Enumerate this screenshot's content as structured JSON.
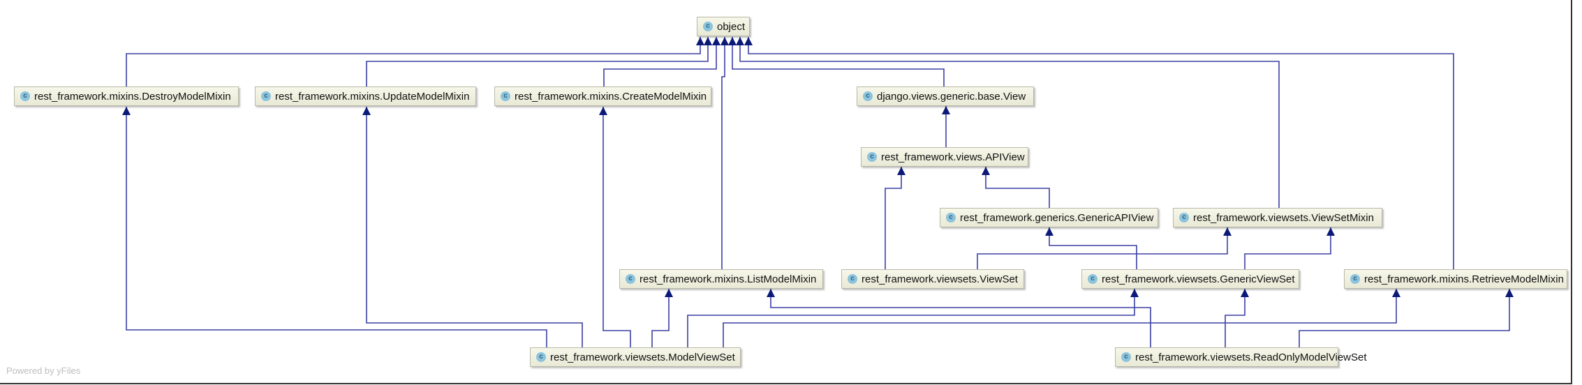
{
  "diagram": {
    "type": "uml-class-hierarchy",
    "icon": "class-icon",
    "icon_glyph": "c",
    "edge_color": "#3b3fa3",
    "arrow_color": "#0b1a78",
    "nodes": [
      {
        "id": "object",
        "label": "object"
      },
      {
        "id": "destroy",
        "label": "rest_framework.mixins.DestroyModelMixin"
      },
      {
        "id": "update",
        "label": "rest_framework.mixins.UpdateModelMixin"
      },
      {
        "id": "create",
        "label": "rest_framework.mixins.CreateModelMixin"
      },
      {
        "id": "djview",
        "label": "django.views.generic.base.View"
      },
      {
        "id": "apiview",
        "label": "rest_framework.views.APIView"
      },
      {
        "id": "genericapi",
        "label": "rest_framework.generics.GenericAPIView"
      },
      {
        "id": "viewsetmixin",
        "label": "rest_framework.viewsets.ViewSetMixin"
      },
      {
        "id": "list",
        "label": "rest_framework.mixins.ListModelMixin"
      },
      {
        "id": "viewset",
        "label": "rest_framework.viewsets.ViewSet"
      },
      {
        "id": "genericviewset",
        "label": "rest_framework.viewsets.GenericViewSet"
      },
      {
        "id": "retrieve",
        "label": "rest_framework.mixins.RetrieveModelMixin"
      },
      {
        "id": "modelviewset",
        "label": "rest_framework.viewsets.ModelViewSet"
      },
      {
        "id": "readonly",
        "label": "rest_framework.viewsets.ReadOnlyModelViewSet"
      }
    ],
    "edges": [
      {
        "from": "destroy",
        "to": "object"
      },
      {
        "from": "update",
        "to": "object"
      },
      {
        "from": "create",
        "to": "object"
      },
      {
        "from": "list",
        "to": "object"
      },
      {
        "from": "djview",
        "to": "object"
      },
      {
        "from": "viewsetmixin",
        "to": "object"
      },
      {
        "from": "retrieve",
        "to": "object"
      },
      {
        "from": "apiview",
        "to": "djview"
      },
      {
        "from": "viewset",
        "to": "apiview"
      },
      {
        "from": "genericapi",
        "to": "apiview"
      },
      {
        "from": "viewset",
        "to": "viewsetmixin"
      },
      {
        "from": "genericviewset",
        "to": "genericapi"
      },
      {
        "from": "genericviewset",
        "to": "viewsetmixin"
      },
      {
        "from": "modelviewset",
        "to": "destroy"
      },
      {
        "from": "modelviewset",
        "to": "update"
      },
      {
        "from": "modelviewset",
        "to": "create"
      },
      {
        "from": "modelviewset",
        "to": "list"
      },
      {
        "from": "modelviewset",
        "to": "genericviewset"
      },
      {
        "from": "modelviewset",
        "to": "retrieve"
      },
      {
        "from": "readonly",
        "to": "list"
      },
      {
        "from": "readonly",
        "to": "genericviewset"
      },
      {
        "from": "readonly",
        "to": "retrieve"
      }
    ]
  },
  "footer": {
    "watermark": "Powered by yFiles"
  }
}
